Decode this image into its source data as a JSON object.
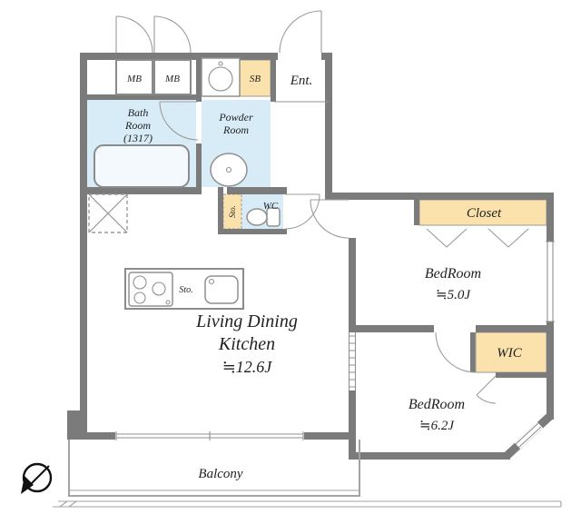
{
  "colors": {
    "wall": "#7b7b7b",
    "water_area": "#d8ecf7",
    "storage_area": "#fbe2ad",
    "text": "#1f1f1f"
  },
  "labels": {
    "meter_box_1": "MB",
    "meter_box_2": "MB",
    "shoe_box": "SB",
    "entrance": "Ent.",
    "bath_room": {
      "line1": "Bath",
      "line2": "Room",
      "line3": "(1317)"
    },
    "powder_room": {
      "line1": "Powder",
      "line2": "Room"
    },
    "water_closet": "WC",
    "storage_hall": "Sto.",
    "storage_kitchen": "Sto.",
    "closet": "Closet",
    "walk_in_closet": "WIC",
    "bedroom_1": {
      "name": "BedRoom",
      "size": "≒5.0J"
    },
    "bedroom_2": {
      "name": "BedRoom",
      "size": "≒6.2J"
    },
    "living_dining_kitchen": {
      "line1": "Living Dining",
      "line2": "Kitchen",
      "size": "≒12.6J"
    },
    "balcony": "Balcony"
  }
}
